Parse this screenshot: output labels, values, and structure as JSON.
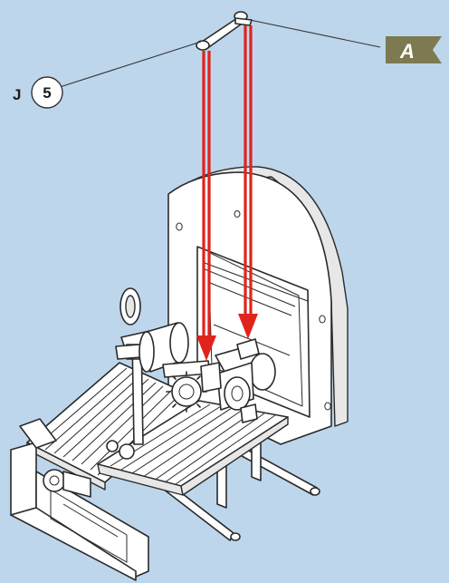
{
  "callouts": {
    "step_letter": "J",
    "step_number": "5",
    "part_tag": "A"
  },
  "colors": {
    "background": "#bed6ec",
    "arrow": "#e0231c",
    "tag_fill": "#7d7a52",
    "tag_text": "#ffffff"
  },
  "icons": [
    "red-arrow-down",
    "red-arrow-down",
    "pennant-tag"
  ]
}
